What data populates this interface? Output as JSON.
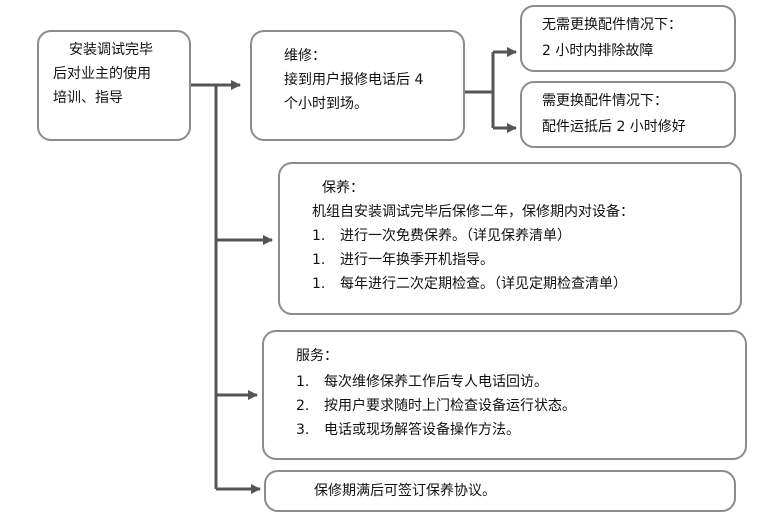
{
  "start_box": {
    "lines": [
      "安装调试完毕",
      "后对业主的使用",
      "培训、指导"
    ]
  },
  "repair_box": {
    "title": "维修：",
    "lines": [
      "接到用户报修电话后 4",
      "个小时到场。"
    ]
  },
  "no_parts_box": {
    "line1": "无需更换配件情况下：",
    "line2": "2 小时内排除故障"
  },
  "parts_box": {
    "line1": "需更换配件情况下：",
    "line2": "配件运抵后 2 小时修好"
  },
  "maintenance_box": {
    "title": "保养：",
    "intro": "机组自安装调试完毕后保修二年，保修期内对设备：",
    "items": [
      {
        "num": "1.",
        "text": "进行一次免费保养。（详见保养清单）"
      },
      {
        "num": "1.",
        "text": "进行一年换季开机指导。"
      },
      {
        "num": "1.",
        "text": "每年进行二次定期检查。（详见定期检查清单）"
      }
    ]
  },
  "service_box": {
    "title": "服务：",
    "items": [
      {
        "num": "1.",
        "text": "每次维修保养工作后专人电话回访。"
      },
      {
        "num": "2.",
        "text": "按用户要求随时上门检查设备运行状态。"
      },
      {
        "num": "3.",
        "text": "电话或现场解答设备操作方法。"
      }
    ]
  },
  "renewal_box": {
    "text": "保修期满后可签订保养协议。"
  }
}
